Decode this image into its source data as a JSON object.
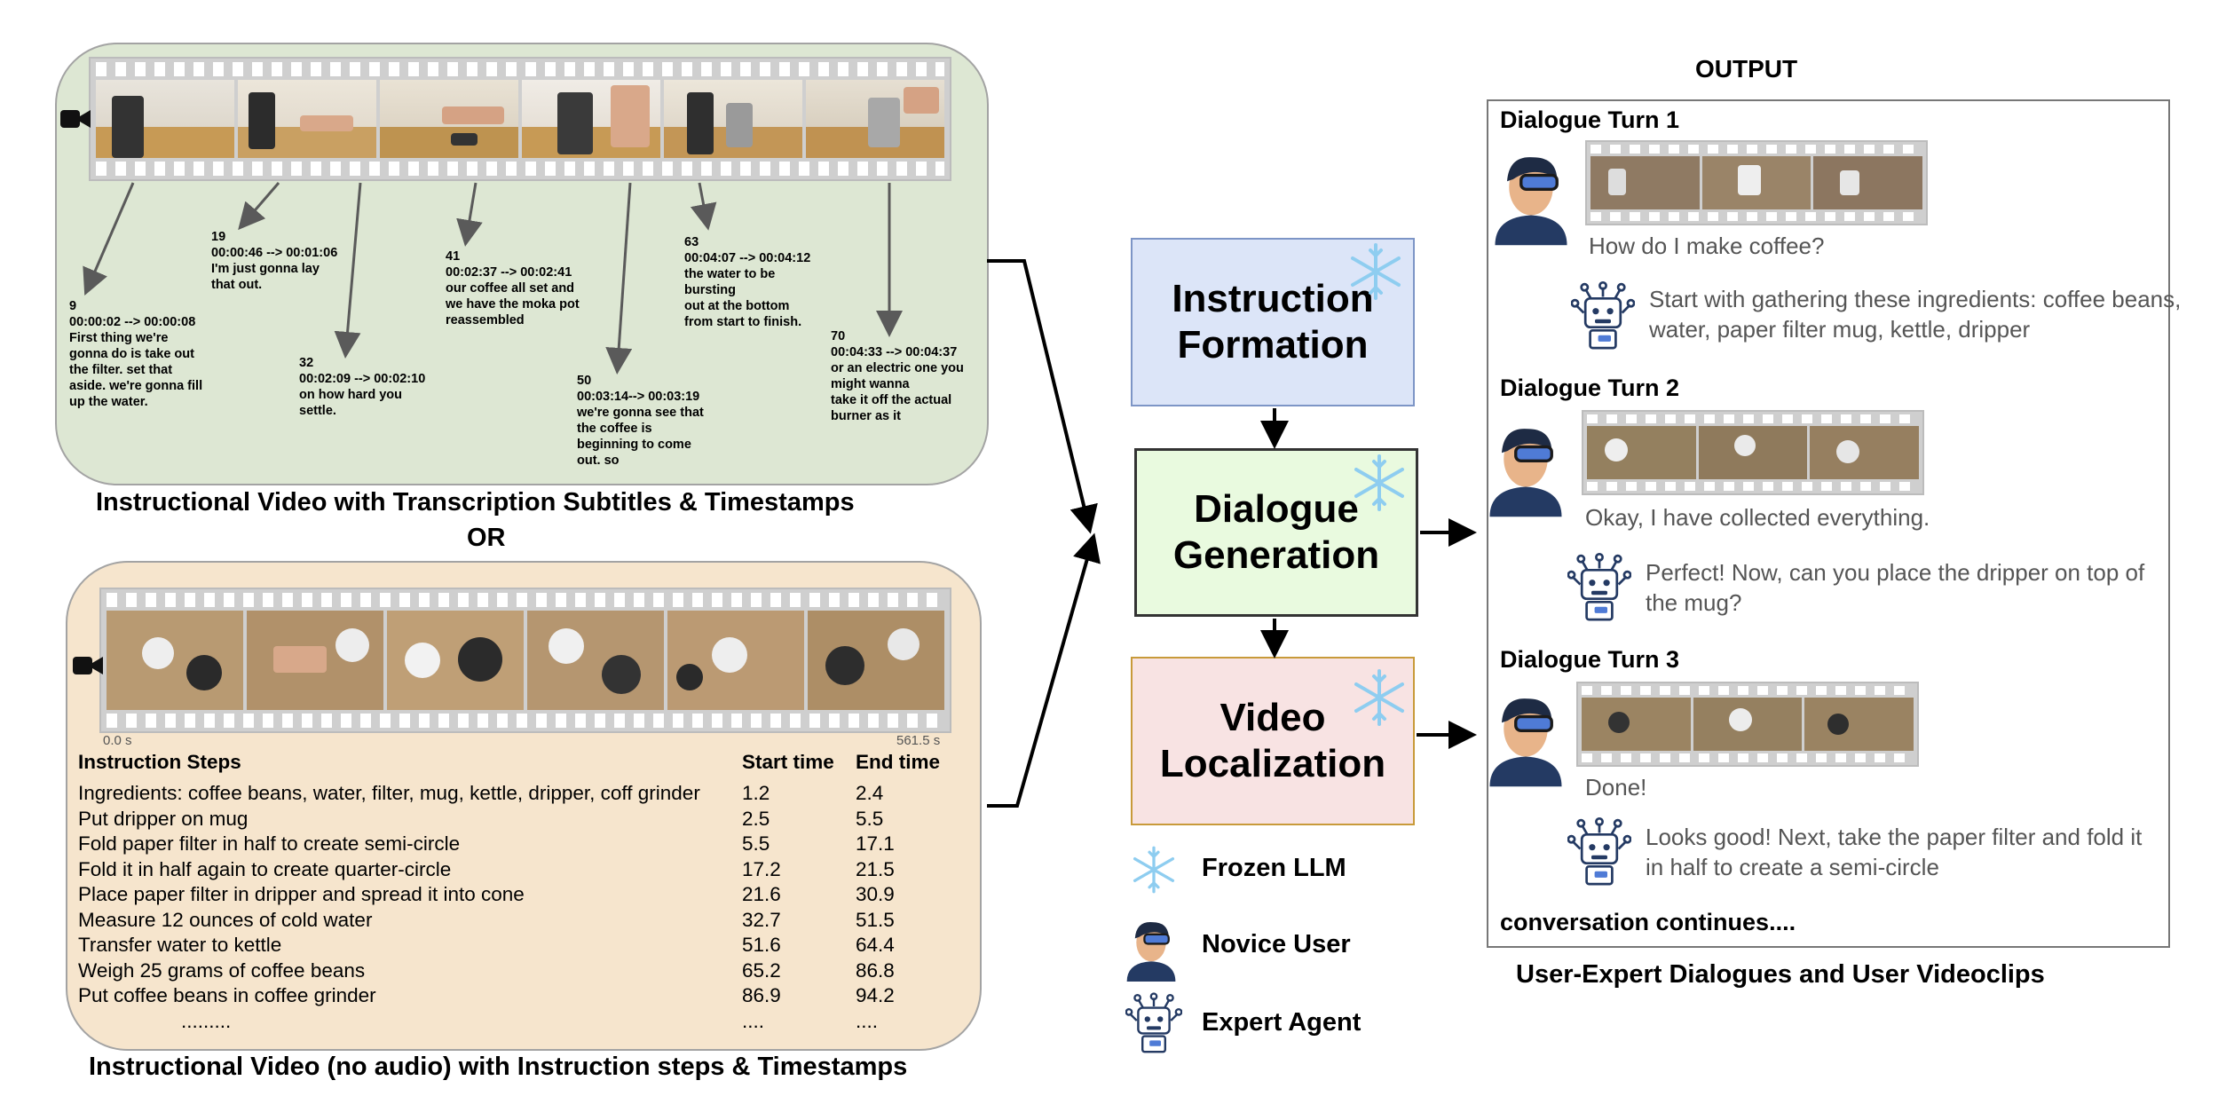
{
  "input_top": {
    "subtitles": [
      {
        "id": "9",
        "lines": "9\n00:00:02 --> 00:00:08\nFirst thing we're\ngonna do is take out\nthe filter. set that\naside. we're gonna fill\nup the water."
      },
      {
        "id": "19",
        "lines": "19\n00:00:46 --> 00:01:06\nI'm just gonna lay\nthat out."
      },
      {
        "id": "32",
        "lines": "32\n00:02:09 --> 00:02:10\non how hard you\nsettle."
      },
      {
        "id": "41",
        "lines": "41\n00:02:37 --> 00:02:41\nour coffee all set and\nwe have the moka pot\nreassembled"
      },
      {
        "id": "50",
        "lines": "50\n00:03:14--> 00:03:19\nwe're gonna see that\nthe coffee is\nbeginning to come\nout. so"
      },
      {
        "id": "63",
        "lines": "63\n00:04:07 --> 00:04:12\nthe water to be\nbursting\nout at the bottom\nfrom start to finish."
      },
      {
        "id": "70",
        "lines": "70\n00:04:33 --> 00:04:37\nor an electric one you\nmight wanna\ntake it off the actual\nburner as it"
      }
    ],
    "caption": "Instructional Video with Transcription Subtitles & Timestamps"
  },
  "or_label": "OR",
  "input_bottom": {
    "time_start": "0.0 s",
    "time_end": "561.5 s",
    "headers": {
      "step": "Instruction Steps",
      "start": "Start time",
      "end": "End time"
    },
    "rows": [
      {
        "step": "Ingredients: coffee beans, water, filter, mug, kettle, dripper, coff grinder",
        "start": "1.2",
        "end": "2.4"
      },
      {
        "step": "Put dripper on mug",
        "start": "2.5",
        "end": "5.5"
      },
      {
        "step": "Fold paper filter in half to create semi-circle",
        "start": "5.5",
        "end": "17.1"
      },
      {
        "step": "Fold it in half again to create quarter-circle",
        "start": "17.2",
        "end": "21.5"
      },
      {
        "step": "Place paper filter in dripper and spread it into cone",
        "start": "21.6",
        "end": "30.9"
      },
      {
        "step": "Measure 12 ounces of cold water",
        "start": "32.7",
        "end": "51.5"
      },
      {
        "step": "Transfer water to kettle",
        "start": "51.6",
        "end": "64.4"
      },
      {
        "step": "Weigh 25 grams of coffee beans",
        "start": "65.2",
        "end": "86.8"
      },
      {
        "step": "Put coffee beans in coffee grinder",
        "start": "86.9",
        "end": "94.2"
      },
      {
        "step": ".........",
        "start": "....",
        "end": "...."
      }
    ],
    "caption": "Instructional Video (no audio) with Instruction steps & Timestamps"
  },
  "pipeline": {
    "instruction_formation": "Instruction Formation",
    "dialogue_generation": "Dialogue Generation",
    "video_localization": "Video Localization"
  },
  "legend": {
    "frozen_llm": "Frozen LLM",
    "novice_user": "Novice User",
    "expert_agent": "Expert Agent"
  },
  "output": {
    "title": "OUTPUT",
    "turns": [
      {
        "title": "Dialogue Turn 1",
        "user": "How do I make coffee?",
        "agent": "Start with gathering these ingredients: coffee beans, water, paper filter mug, kettle, dripper"
      },
      {
        "title": "Dialogue Turn 2",
        "user": "Okay, I have collected everything.",
        "agent": "Perfect! Now, can you place the dripper on top of the mug?"
      },
      {
        "title": "Dialogue Turn 3",
        "user": "Done!",
        "agent": "Looks good! Next, take the paper filter and fold it in half to create a semi-circle"
      }
    ],
    "continues": "conversation continues....",
    "caption": "User-Expert Dialogues and User Videoclips"
  },
  "colors": {
    "panel_top_bg": "#dde7d3",
    "panel_bottom_bg": "#f6e5cd",
    "instruction_box": "#dce5f8",
    "dialogue_box": "#e9fadf",
    "video_box": "#f8e3e3",
    "snowflake": "#8ecdf0"
  },
  "icons": [
    "video-camera-icon",
    "snowflake-icon",
    "novice-user-icon",
    "expert-agent-icon"
  ]
}
